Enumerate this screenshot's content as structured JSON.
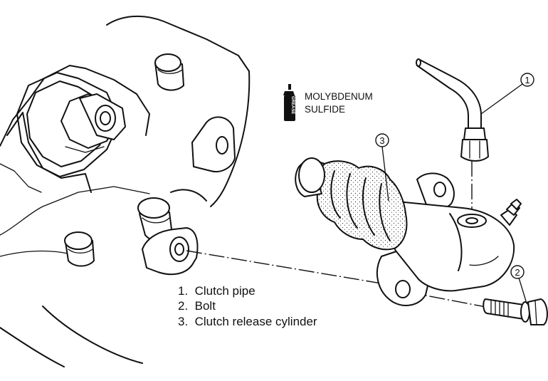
{
  "legend": {
    "items": [
      "1.  Clutch pipe",
      "2.  Bolt",
      "3.  Clutch release cylinder"
    ]
  },
  "callouts": [
    {
      "number": "1",
      "part": "clutch-pipe"
    },
    {
      "number": "2",
      "part": "bolt"
    },
    {
      "number": "3",
      "part": "clutch-release-cylinder"
    }
  ],
  "grease": {
    "line1": "MOLYBDENUM",
    "line2": "SULFIDE",
    "can_label": "GREASE"
  }
}
